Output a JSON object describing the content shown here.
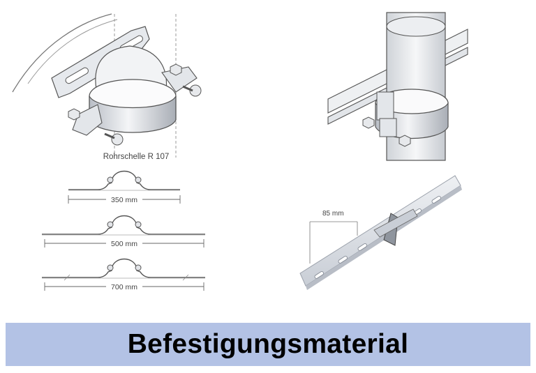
{
  "clamp": {
    "caption": "Rohrschelle R 107"
  },
  "brackets": [
    {
      "dimension": "350 mm"
    },
    {
      "dimension": "500 mm"
    },
    {
      "dimension": "700 mm"
    }
  ],
  "strap": {
    "dimension": "85 mm"
  },
  "banner": {
    "title": "Befestigungsmaterial"
  },
  "colors": {
    "banner": "#b3c2e5",
    "line": "#555555",
    "metal": "#d9dde3"
  }
}
